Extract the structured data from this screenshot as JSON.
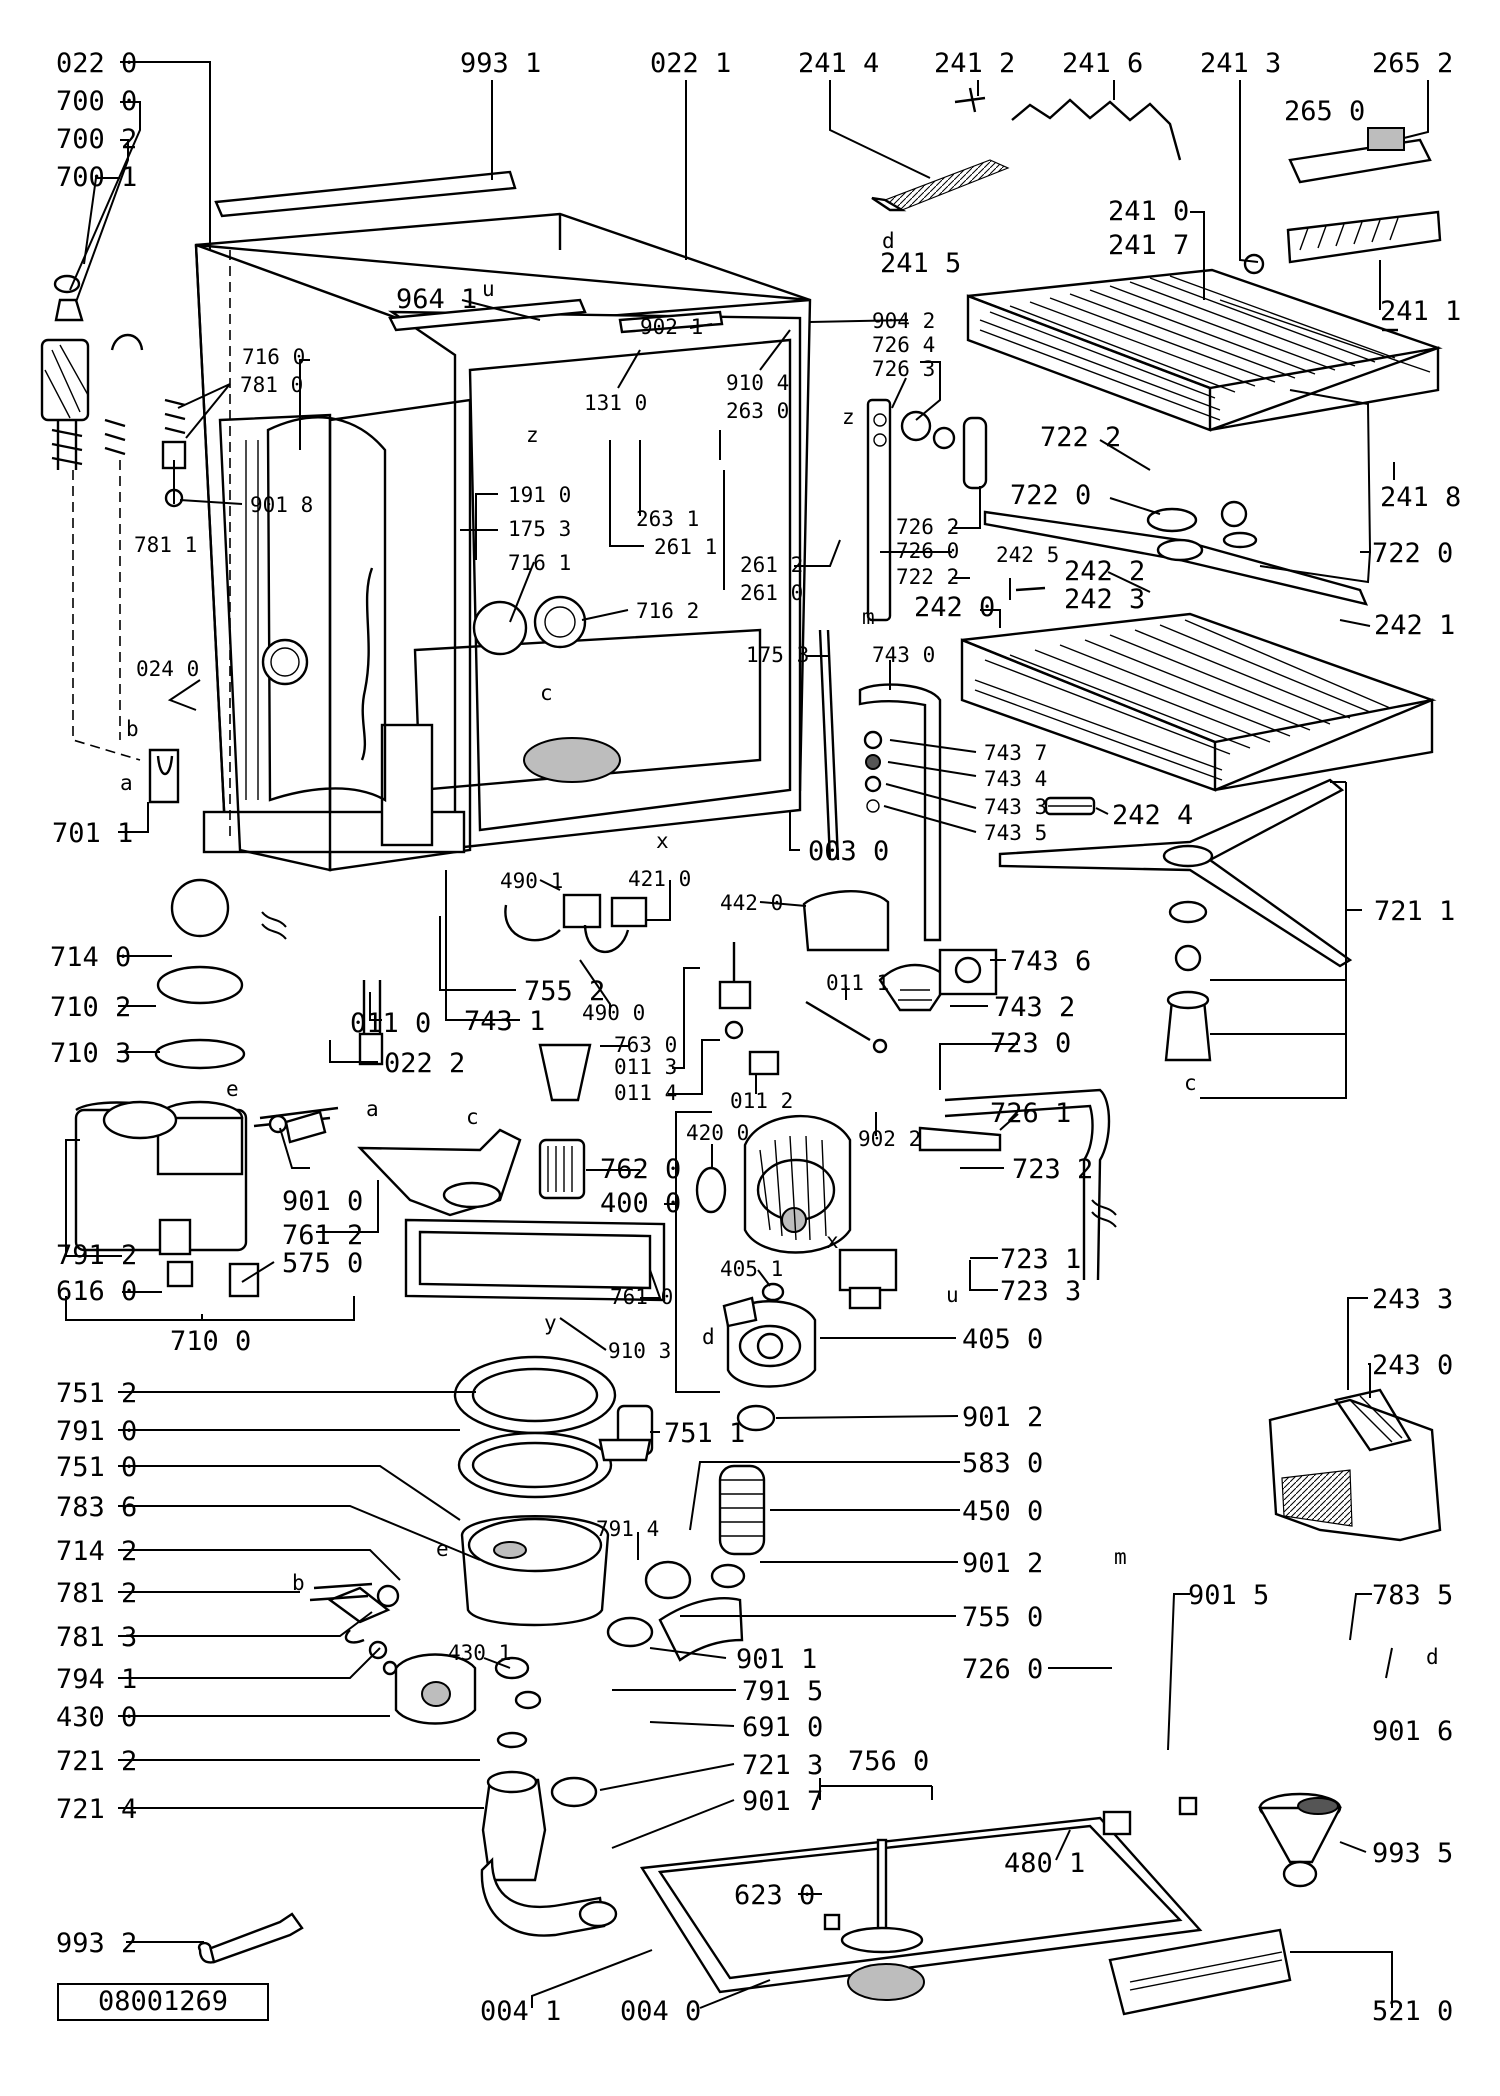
{
  "document_code": "08001269",
  "callouts": {
    "l_022_0": "022 0",
    "l_700_0": "700 0",
    "l_700_2": "700 2",
    "l_700_1": "700 1",
    "l_993_1": "993 1",
    "l_022_1": "022 1",
    "l_241_4": "241 4",
    "l_241_2": "241 2",
    "l_241_6": "241 6",
    "l_241_3": "241 3",
    "l_265_2": "265 2",
    "l_265_0": "265 0",
    "l_241_0": "241 0",
    "l_241_7": "241 7",
    "l_241_5": "241 5",
    "l_241_1": "241 1",
    "l_964_1": "964 1",
    "l_902_1": "902 1",
    "l_904_2": "904 2",
    "l_726_4": "726 4",
    "l_726_3": "726 3",
    "l_716_0": "716 0",
    "l_781_0": "781 0",
    "l_901_8": "901 8",
    "l_781_1": "781 1",
    "l_131_0": "131 0",
    "l_910_4": "910 4",
    "l_263_0": "263 0",
    "l_191_0": "191 0",
    "l_175_3a": "175 3",
    "l_263_1": "263 1",
    "l_261_1": "261 1",
    "l_722_2a": "722 2",
    "l_722_0a": "722 0",
    "l_241_8": "241 8",
    "l_726_2": "726 2",
    "l_726_0a": "726 0",
    "l_722_2b": "722 2",
    "l_722_0b": "722 0",
    "l_716_1": "716 1",
    "l_261_2": "261 2",
    "l_261_0": "261 0",
    "l_242_5": "242 5",
    "l_242_2": "242 2",
    "l_242_3": "242 3",
    "l_716_2": "716 2",
    "l_242_0": "242 0",
    "l_242_1": "242 1",
    "l_175_3b": "175 3",
    "l_743_0": "743 0",
    "l_024_0": "024 0",
    "l_743_7": "743 7",
    "l_743_4": "743 4",
    "l_743_3": "743 3",
    "l_743_5": "743 5",
    "l_242_4": "242 4",
    "l_701_1": "701 1",
    "l_003_0": "003 0",
    "l_721_1": "721 1",
    "l_490_1": "490 1",
    "l_421_0": "421 0",
    "l_442_0": "442 0",
    "l_714_0": "714 0",
    "l_755_2": "755 2",
    "l_743_6": "743 6",
    "l_710_2": "710 2",
    "l_011_0": "011 0",
    "l_743_1": "743 1",
    "l_490_0": "490 0",
    "l_011_1": "011 1",
    "l_743_2": "743 2",
    "l_710_3": "710 3",
    "l_022_2": "022 2",
    "l_763_0": "763 0",
    "l_011_3": "011 3",
    "l_723_0": "723 0",
    "l_011_4": "011 4",
    "l_011_2": "011 2",
    "l_726_1": "726 1",
    "l_902_2": "902 2",
    "l_420_0": "420 0",
    "l_762_0": "762 0",
    "l_723_2": "723 2",
    "l_901_0": "901 0",
    "l_400_0": "400 0",
    "l_761_2": "761 2",
    "l_791_2": "791 2",
    "l_575_0": "575 0",
    "l_723_1": "723 1",
    "l_405_1": "405 1",
    "l_616_0": "616 0",
    "l_723_3": "723 3",
    "l_761_0": "761 0",
    "l_243_3": "243 3",
    "l_710_0": "710 0",
    "l_910_3": "910 3",
    "l_405_0": "405 0",
    "l_243_0": "243 0",
    "l_751_2": "751 2",
    "l_901_2a": "901 2",
    "l_791_0": "791 0",
    "l_751_1": "751 1",
    "l_751_0": "751 0",
    "l_583_0": "583 0",
    "l_783_6": "783 6",
    "l_450_0": "450 0",
    "l_714_2": "714 2",
    "l_791_4": "791 4",
    "l_901_2b": "901 2",
    "l_781_2": "781 2",
    "l_901_5": "901 5",
    "l_783_5": "783 5",
    "l_755_0": "755 0",
    "l_781_3": "781 3",
    "l_901_1": "901 1",
    "l_726_0b": "726 0",
    "l_794_1": "794 1",
    "l_430_1": "430 1",
    "l_791_5": "791 5",
    "l_430_0": "430 0",
    "l_691_0": "691 0",
    "l_901_6": "901 6",
    "l_721_2": "721 2",
    "l_721_3": "721 3",
    "l_756_0": "756 0",
    "l_721_4": "721 4",
    "l_901_7": "901 7",
    "l_993_5": "993 5",
    "l_480_1": "480 1",
    "l_623_0": "623 0",
    "l_993_2": "993 2",
    "l_004_1": "004 1",
    "l_004_0": "004 0",
    "l_521_0": "521 0"
  },
  "markers": {
    "a1": "a",
    "a2": "a",
    "b1": "b",
    "b2": "b",
    "c1": "c",
    "c2": "c",
    "c3": "c",
    "d1": "d",
    "d2": "d",
    "d3": "d",
    "e1": "e",
    "e2": "e",
    "m1": "m",
    "m2": "m",
    "u1": "u",
    "u2": "u",
    "x1": "x",
    "x2": "x",
    "y1": "y",
    "z1": "z",
    "z2": "z"
  }
}
